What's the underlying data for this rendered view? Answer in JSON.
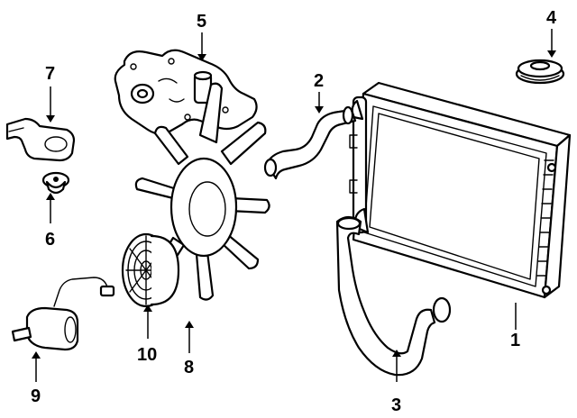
{
  "callouts": [
    {
      "id": "1",
      "label": "1",
      "part": "radiator"
    },
    {
      "id": "2",
      "label": "2",
      "part": "upper-radiator-hose"
    },
    {
      "id": "3",
      "label": "3",
      "part": "lower-radiator-hose"
    },
    {
      "id": "4",
      "label": "4",
      "part": "radiator-cap"
    },
    {
      "id": "5",
      "label": "5",
      "part": "water-pump"
    },
    {
      "id": "6",
      "label": "6",
      "part": "thermostat"
    },
    {
      "id": "7",
      "label": "7",
      "part": "thermostat-housing"
    },
    {
      "id": "8",
      "label": "8",
      "part": "fan-blade"
    },
    {
      "id": "9",
      "label": "9",
      "part": "coolant-sensor"
    },
    {
      "id": "10",
      "label": "10",
      "part": "fan-clutch"
    }
  ]
}
